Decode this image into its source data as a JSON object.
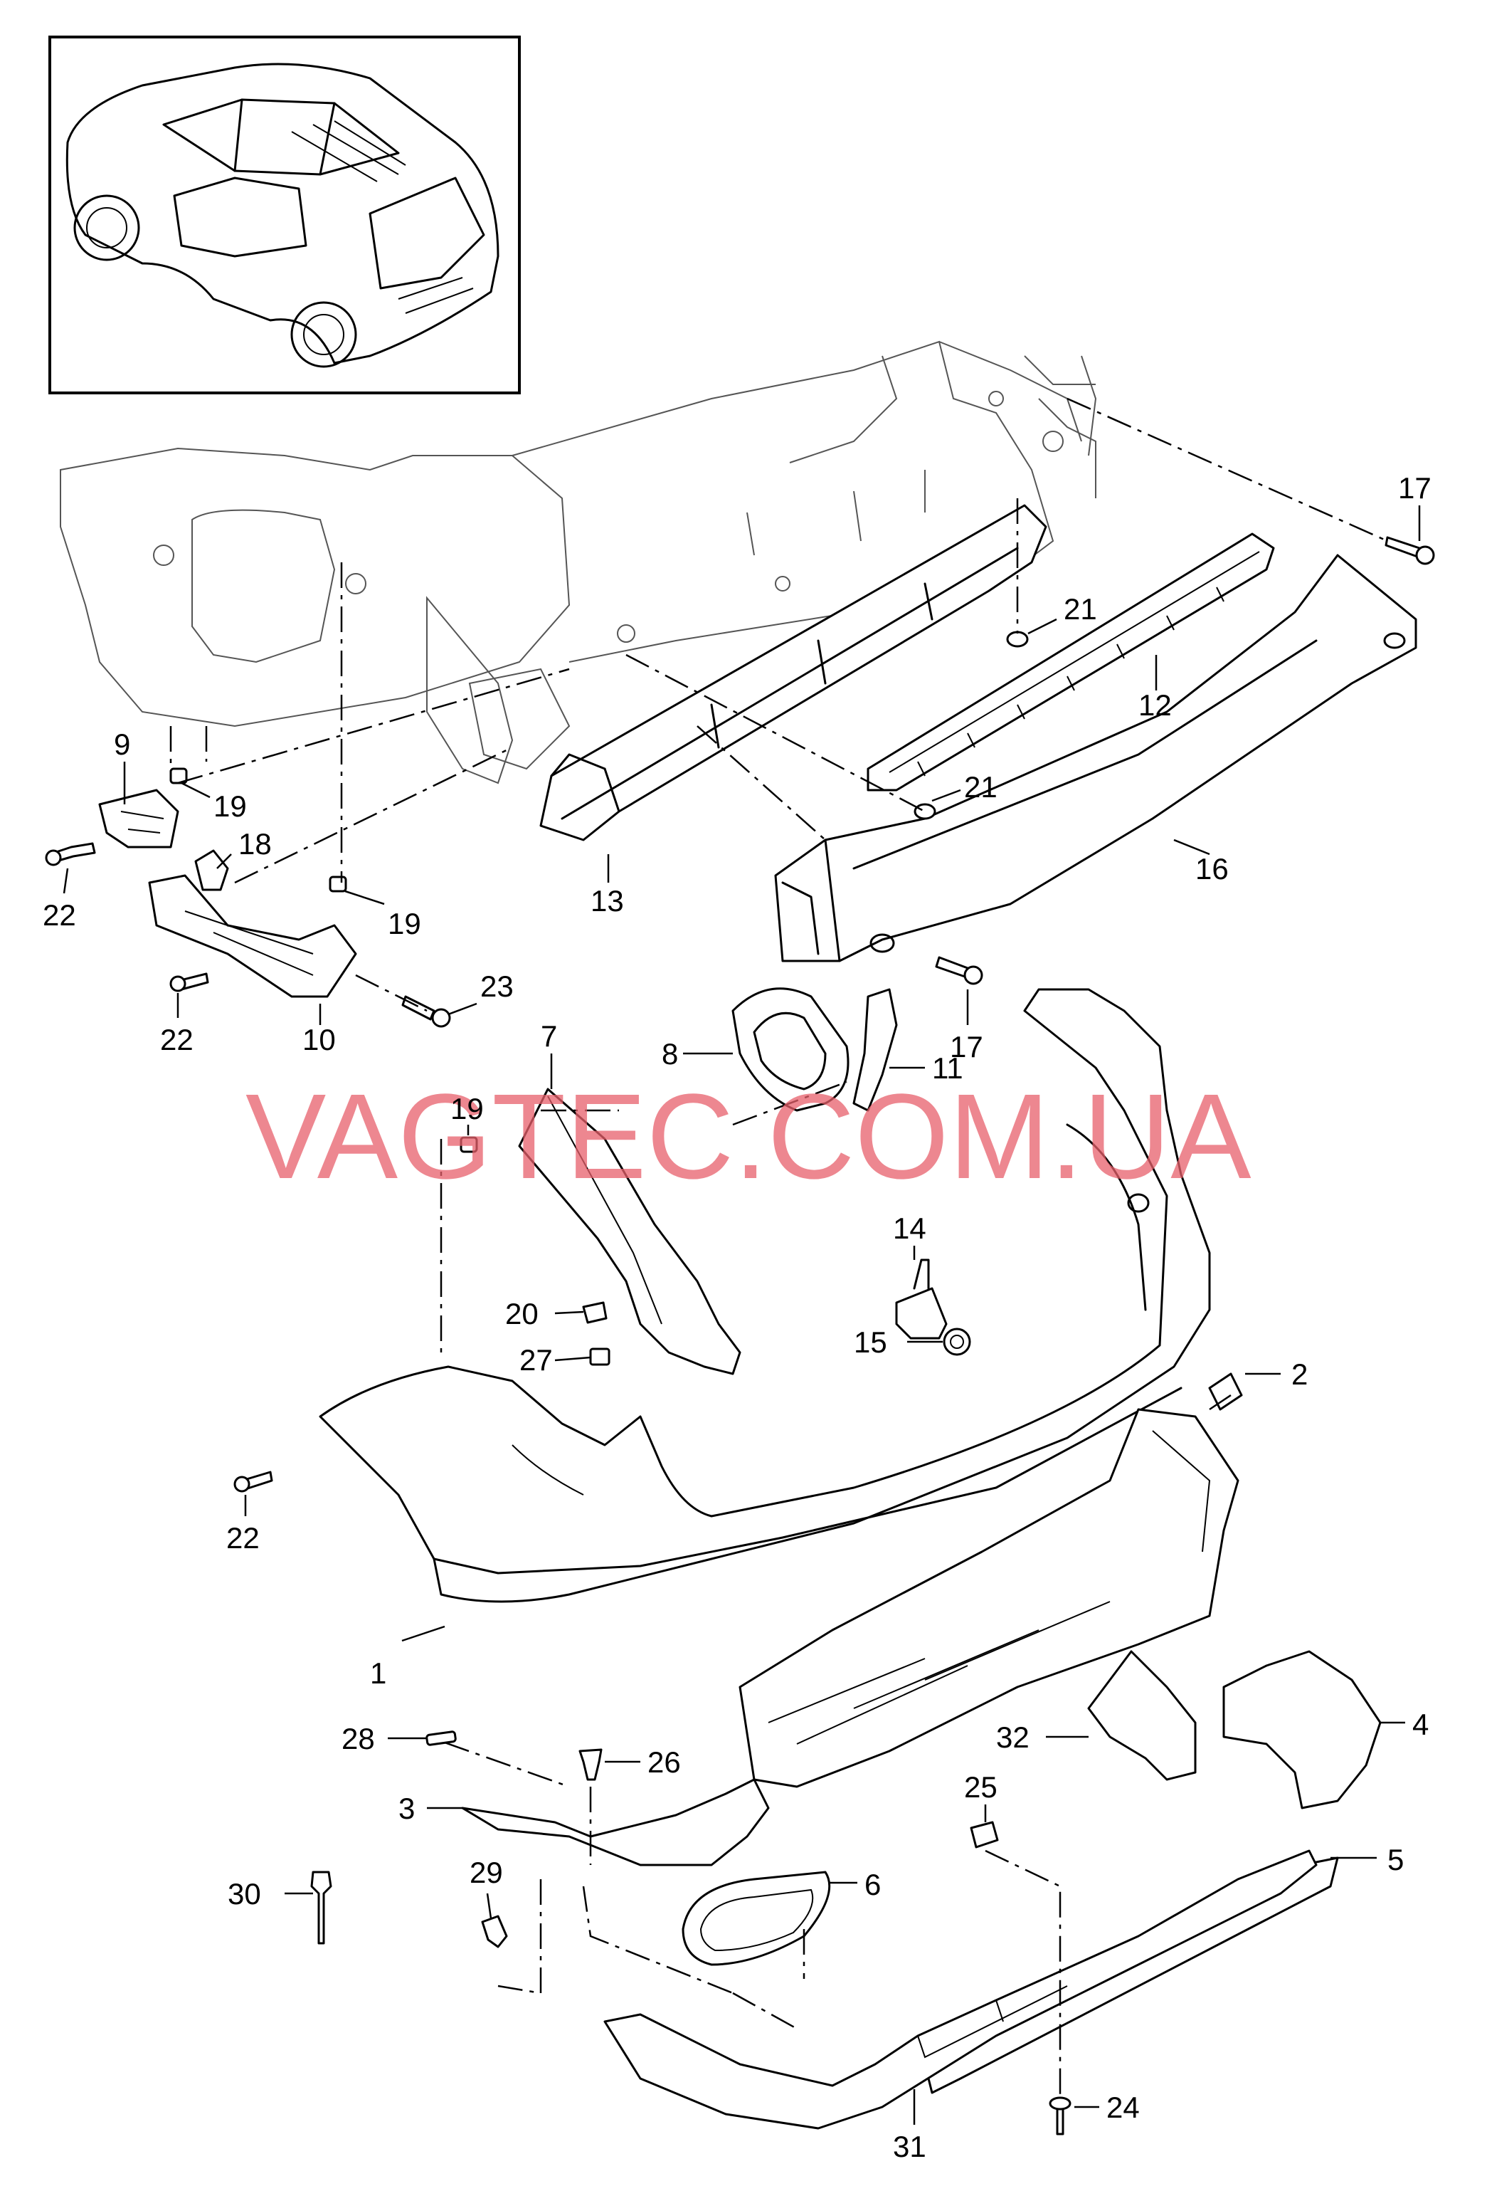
{
  "watermark": "VAGTEC.COM.UA",
  "callouts": [
    {
      "id": "c1",
      "label": "1"
    },
    {
      "id": "c2",
      "label": "2"
    },
    {
      "id": "c3",
      "label": "3"
    },
    {
      "id": "c4",
      "label": "4"
    },
    {
      "id": "c5",
      "label": "5"
    },
    {
      "id": "c6",
      "label": "6"
    },
    {
      "id": "c7",
      "label": "7"
    },
    {
      "id": "c8",
      "label": "8"
    },
    {
      "id": "c9",
      "label": "9"
    },
    {
      "id": "c10",
      "label": "10"
    },
    {
      "id": "c11",
      "label": "11"
    },
    {
      "id": "c12",
      "label": "12"
    },
    {
      "id": "c13",
      "label": "13"
    },
    {
      "id": "c14",
      "label": "14"
    },
    {
      "id": "c15",
      "label": "15"
    },
    {
      "id": "c16",
      "label": "16"
    },
    {
      "id": "c17a",
      "label": "17"
    },
    {
      "id": "c17b",
      "label": "17"
    },
    {
      "id": "c18",
      "label": "18"
    },
    {
      "id": "c19a",
      "label": "19"
    },
    {
      "id": "c19b",
      "label": "19"
    },
    {
      "id": "c19c",
      "label": "19"
    },
    {
      "id": "c20",
      "label": "20"
    },
    {
      "id": "c21a",
      "label": "21"
    },
    {
      "id": "c21b",
      "label": "21"
    },
    {
      "id": "c22a",
      "label": "22"
    },
    {
      "id": "c22b",
      "label": "22"
    },
    {
      "id": "c22c",
      "label": "22"
    },
    {
      "id": "c23",
      "label": "23"
    },
    {
      "id": "c24",
      "label": "24"
    },
    {
      "id": "c25",
      "label": "25"
    },
    {
      "id": "c26",
      "label": "26"
    },
    {
      "id": "c27",
      "label": "27"
    },
    {
      "id": "c28",
      "label": "28"
    },
    {
      "id": "c29",
      "label": "29"
    },
    {
      "id": "c30",
      "label": "30"
    },
    {
      "id": "c31",
      "label": "31"
    },
    {
      "id": "c32",
      "label": "32"
    }
  ]
}
